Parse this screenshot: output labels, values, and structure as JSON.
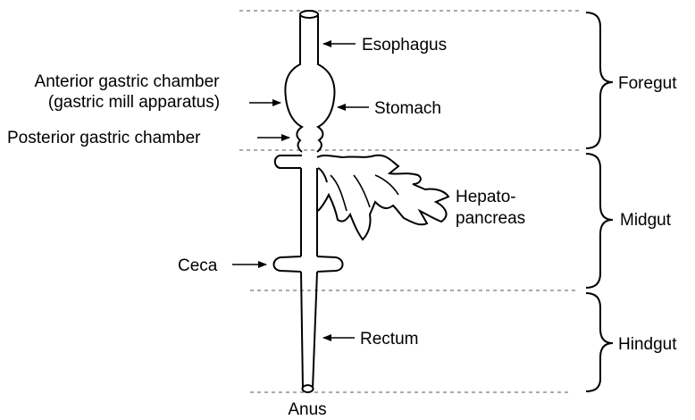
{
  "labels": {
    "esophagus": "Esophagus",
    "anterior_line1": "Anterior gastric chamber",
    "anterior_line2": "(gastric mill apparatus)",
    "stomach": "Stomach",
    "posterior": "Posterior gastric chamber",
    "hepato_line1": "Hepato-",
    "hepato_line2": "pancreas",
    "ceca": "Ceca",
    "rectum": "Rectum",
    "anus": "Anus"
  },
  "regions": {
    "foregut": "Foregut",
    "midgut": "Midgut",
    "hindgut": "Hindgut"
  }
}
